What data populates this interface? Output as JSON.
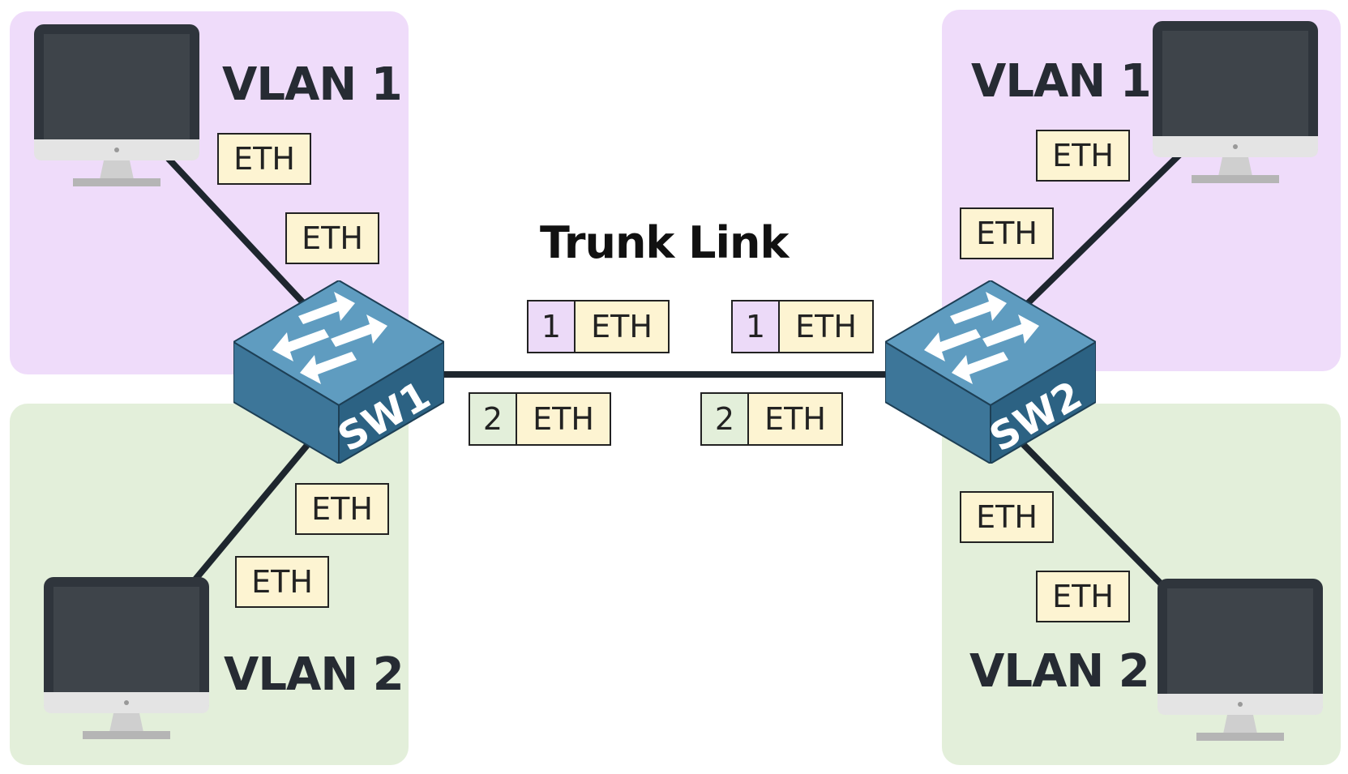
{
  "colors": {
    "vlan1_zone": "#efdcfa",
    "vlan2_zone": "#e3efda",
    "eth_header": "#fdf4d2",
    "switch_top": "#5f9cc0",
    "link": "#1e262e"
  },
  "zones": {
    "left_vlan1": "VLAN 1",
    "left_vlan2": "VLAN 2",
    "right_vlan1": "VLAN 1",
    "right_vlan2": "VLAN 2"
  },
  "trunk": {
    "label": "Trunk Link"
  },
  "switches": {
    "sw1": "SW1",
    "sw2": "SW2"
  },
  "icons": {
    "pc": "desktop-computer-icon",
    "switch": "network-switch-icon"
  },
  "eth_labels": {
    "left_top_1": "ETH",
    "left_top_2": "ETH",
    "left_bottom_1": "ETH",
    "left_bottom_2": "ETH",
    "right_top_1": "ETH",
    "right_top_2": "ETH",
    "right_bottom_1": "ETH",
    "right_bottom_2": "ETH"
  },
  "tagged_frames": {
    "upper_left": {
      "tag": "1",
      "payload": "ETH"
    },
    "upper_right": {
      "tag": "1",
      "payload": "ETH"
    },
    "lower_left": {
      "tag": "2",
      "payload": "ETH"
    },
    "lower_right": {
      "tag": "2",
      "payload": "ETH"
    }
  }
}
